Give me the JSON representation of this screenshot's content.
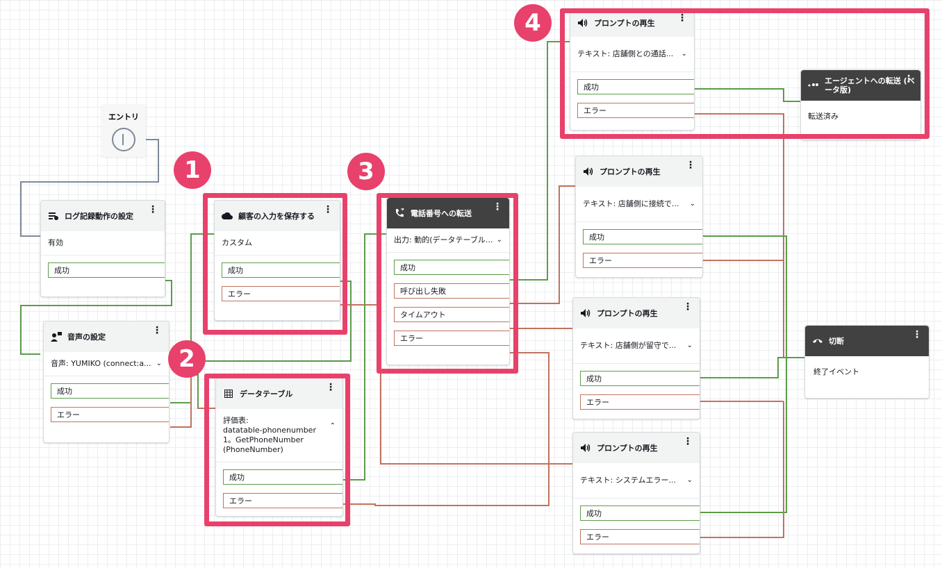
{
  "entry": {
    "label": "エントリ"
  },
  "badges": [
    "1",
    "2",
    "3",
    "4"
  ],
  "blocks": {
    "logging": {
      "title": "ログ記録動作の設定",
      "body": "有効",
      "branches": [
        "成功"
      ],
      "icon": "logging-settings-icon"
    },
    "voice": {
      "title": "音声の設定",
      "body": "音声: YUMIKO (connect:a...",
      "branches": [
        "成功",
        "エラー"
      ],
      "icon": "voice-settings-icon"
    },
    "store_input": {
      "title": "顧客の入力を保存する",
      "body": "カスタム",
      "branches": [
        "成功",
        "エラー"
      ],
      "icon": "cloud-icon"
    },
    "data_table": {
      "title": "データテーブル",
      "body": "評価表:\ndatatable-phonenumber\n1。GetPhoneNumber\n(PhoneNumber)",
      "branches": [
        "成功",
        "エラー"
      ],
      "icon": "table-grid-icon"
    },
    "transfer_phone": {
      "title": "電話番号への転送",
      "body": "出力: 動的(データテーブル...",
      "branches": [
        "成功",
        "呼び出し失敗",
        "タイムアウト",
        "エラー"
      ],
      "icon": "phone-transfer-icon"
    },
    "prompt1": {
      "title": "プロンプトの再生",
      "body": "テキスト: 店舗側との通話...",
      "branches": [
        "成功",
        "エラー"
      ],
      "icon": "speaker-icon"
    },
    "prompt2": {
      "title": "プロンプトの再生",
      "body": "テキスト: 店舗側に接続で...",
      "branches": [
        "成功",
        "エラー"
      ],
      "icon": "speaker-icon"
    },
    "prompt3": {
      "title": "プロンプトの再生",
      "body": "テキスト: 店舗側が留守で...",
      "branches": [
        "成功",
        "エラー"
      ],
      "icon": "speaker-icon"
    },
    "prompt4": {
      "title": "プロンプトの再生",
      "body": "テキスト: システムエラー...",
      "branches": [
        "成功",
        "エラー"
      ],
      "icon": "speaker-icon"
    },
    "agent_transfer": {
      "title": "エージェントへの転送 (ベータ版)",
      "body": "転送済み",
      "branches": [],
      "icon": "agent-transfer-icon"
    },
    "disconnect": {
      "title": "切断",
      "body": "終了イベント",
      "branches": [],
      "icon": "hang-up-icon"
    }
  },
  "colors": {
    "success": "#5a9c48",
    "error": "#c0725e",
    "highlight": "#e8416b",
    "entry_wire": "#7d8998"
  }
}
